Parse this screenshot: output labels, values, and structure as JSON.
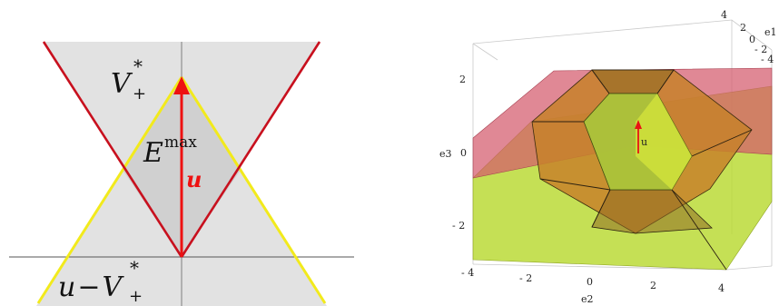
{
  "left_panel": {
    "labels": {
      "cone_main": "V",
      "cone_main_sup": "*",
      "cone_main_sub": "+",
      "region_main": "E",
      "region_sup": "max",
      "vector": "u",
      "cone_shifted_prefix": "u",
      "cone_shifted_minus": "−",
      "cone_shifted_main": "V",
      "cone_shifted_sup": "*",
      "cone_shifted_sub": "+"
    },
    "colors": {
      "cone_fill": "#e2e2e2",
      "dark_cone_line": "#c8101e",
      "yellow_cone_line": "#f2ea1c",
      "vector": "#ee1111",
      "axis": "#666666"
    }
  },
  "right_panel": {
    "axes": {
      "e1_label": "e1",
      "e2_label": "e2",
      "e3_label": "e3",
      "e1_ticks": [
        "4",
        "2",
        "0",
        "- 2",
        "- 4"
      ],
      "e2_ticks": [
        "- 4",
        "- 2",
        "0",
        "2",
        "4"
      ],
      "e3_ticks": [
        "2",
        "0",
        "- 2"
      ]
    },
    "vector_label": "u",
    "colors": {
      "red_plane": "#d45a6c",
      "green_plane": "#b8d930",
      "orange_hex": "#c7812a",
      "inner_hex": "#a9c53b",
      "vector": "#e81414"
    }
  }
}
